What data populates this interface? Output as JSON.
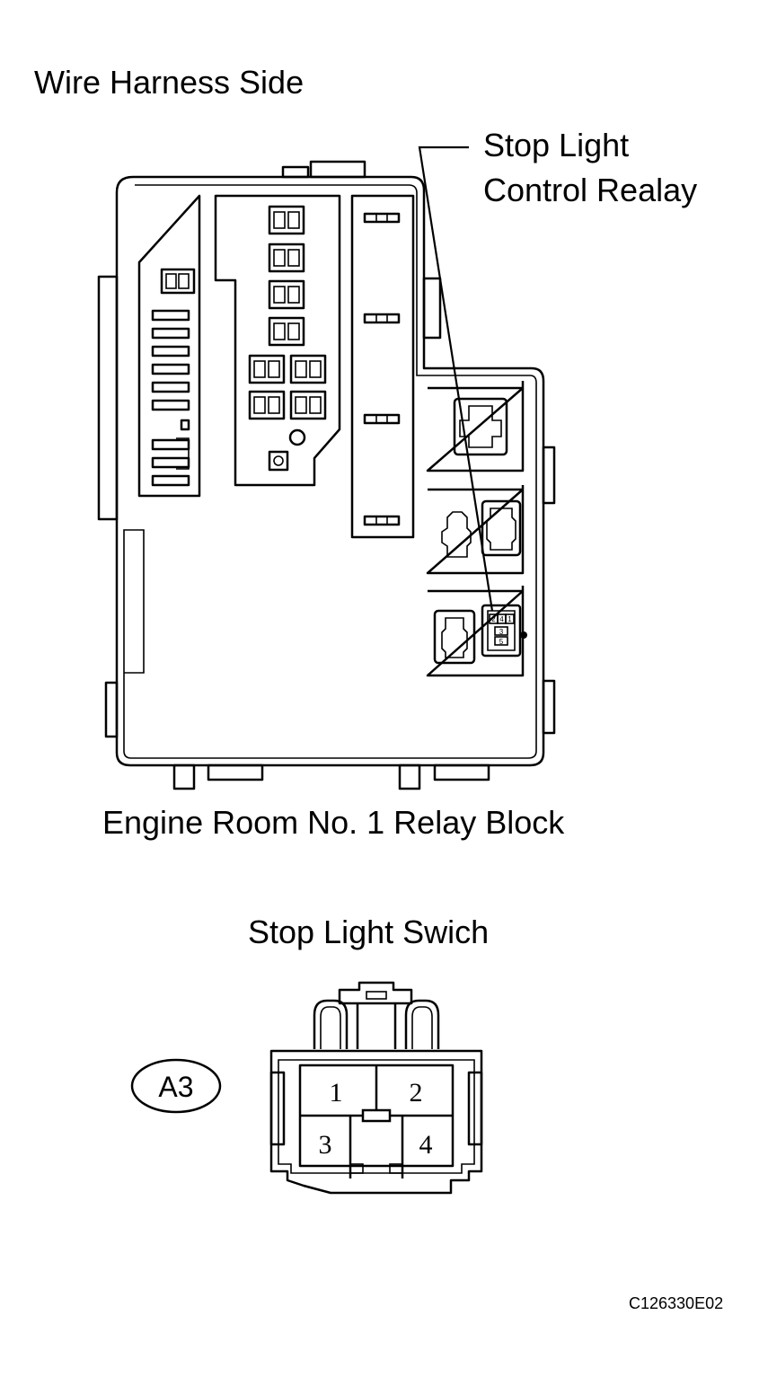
{
  "labels": {
    "view_side": "Wire Harness Side",
    "relay_line1": "Stop Light",
    "relay_line2": "Control Realay",
    "block_name": "Engine Room No. 1 Relay Block",
    "switch_name": "Stop Light Swich",
    "connector_code": "A3",
    "figure_code": "C126330E02"
  },
  "relay_pins": [
    "2",
    "4",
    "1",
    "3",
    "5"
  ],
  "switch_pins": [
    "1",
    "2",
    "3",
    "4"
  ]
}
